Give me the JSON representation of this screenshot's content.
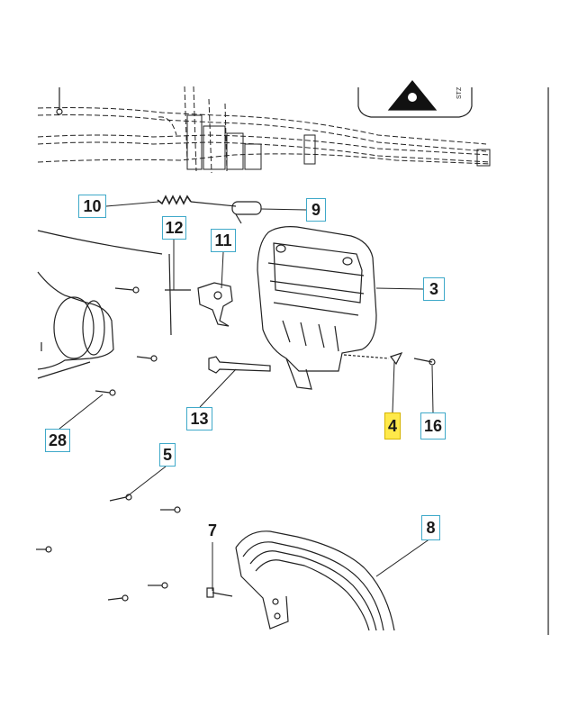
{
  "diagram": {
    "callouts": [
      {
        "id": "c10",
        "label": "10",
        "style": "boxed"
      },
      {
        "id": "c9",
        "label": "9",
        "style": "boxed"
      },
      {
        "id": "c12",
        "label": "12",
        "style": "boxed"
      },
      {
        "id": "c11",
        "label": "11",
        "style": "boxed"
      },
      {
        "id": "c3",
        "label": "3",
        "style": "boxed"
      },
      {
        "id": "c13",
        "label": "13",
        "style": "boxed"
      },
      {
        "id": "c4",
        "label": "4",
        "style": "highlight"
      },
      {
        "id": "c16",
        "label": "16",
        "style": "boxed"
      },
      {
        "id": "c28",
        "label": "28",
        "style": "boxed"
      },
      {
        "id": "c5",
        "label": "5",
        "style": "boxed"
      },
      {
        "id": "c7",
        "label": "7",
        "style": "plain"
      },
      {
        "id": "c8",
        "label": "8",
        "style": "boxed"
      }
    ]
  }
}
